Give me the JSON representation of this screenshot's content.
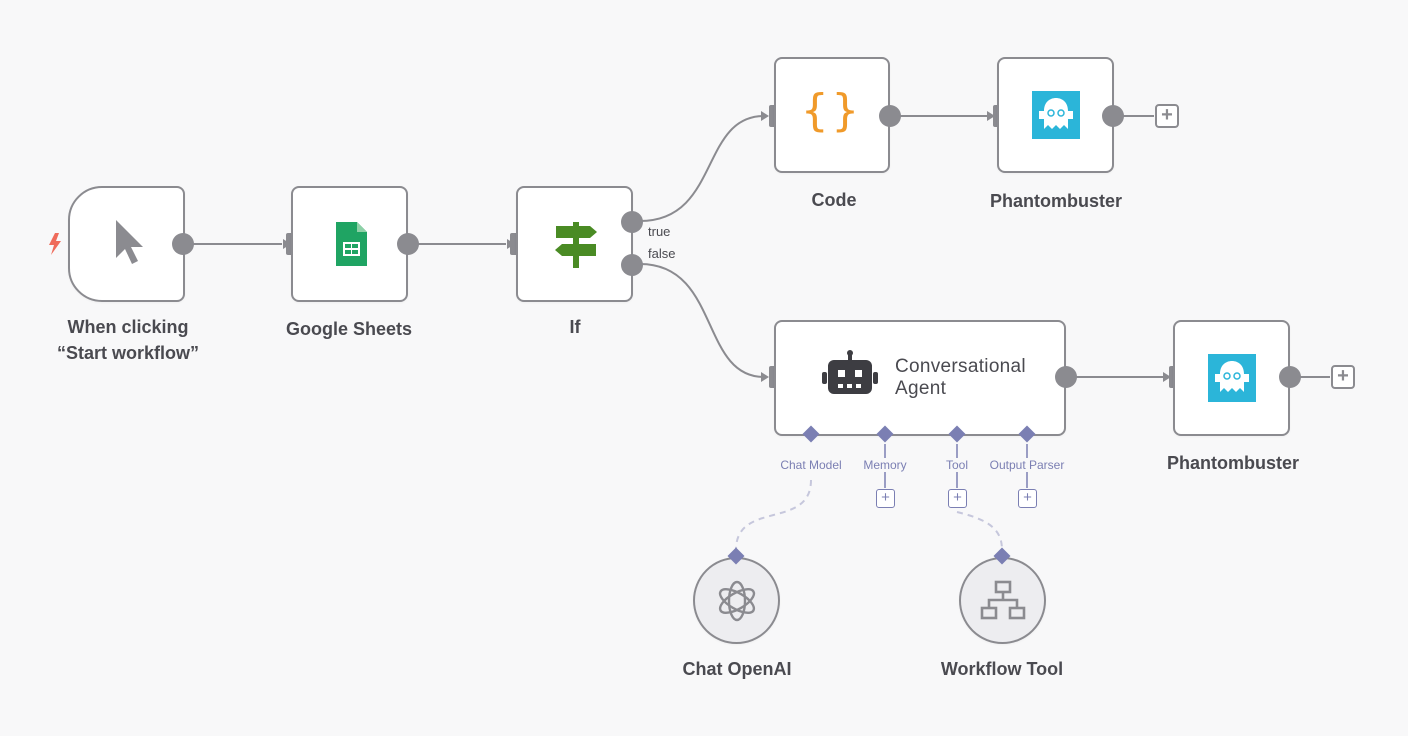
{
  "nodes": {
    "trigger": {
      "label_line1": "When clicking",
      "label_line2": "“Start workflow”"
    },
    "sheets": {
      "label": "Google Sheets"
    },
    "if": {
      "label": "If",
      "output_true": "true",
      "output_false": "false"
    },
    "code": {
      "label": "Code",
      "icon_text": "{}"
    },
    "phantom_top": {
      "label": "Phantombuster"
    },
    "agent": {
      "title_line1": "Conversational",
      "title_line2": "Agent",
      "ports": {
        "chat_model": "Chat Model",
        "memory": "Memory",
        "tool": "Tool",
        "output_parser": "Output Parser"
      }
    },
    "phantom_bottom": {
      "label": "Phantombuster"
    },
    "chat_openai": {
      "label": "Chat OpenAI"
    },
    "workflow_tool": {
      "label": "Workflow Tool"
    }
  },
  "icons": {
    "trigger": "lightning-bolt-icon",
    "manual": "cursor-pointer-icon",
    "sheets": "google-sheets-icon",
    "if": "signpost-icon",
    "code": "code-braces-icon",
    "phantom": "phantombuster-ghost-icon",
    "agent": "robot-icon",
    "openai": "openai-logo-icon",
    "workflow_tool": "sitemap-icon",
    "add": "plus-icon"
  },
  "colors": {
    "node_border": "#8b8b90",
    "connection": "#8b8b90",
    "sub_connection": "#7b7fb3",
    "trigger_bolt": "#ef6b5b",
    "sheets_green": "#1fa463",
    "if_green": "#4a8b24",
    "code_orange": "#f09a2a",
    "phantom_cyan": "#2bb5d9"
  }
}
